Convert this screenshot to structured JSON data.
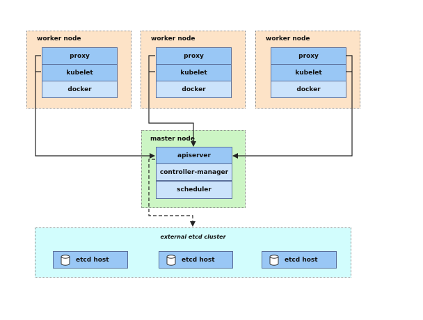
{
  "worker_nodes": [
    {
      "title": "worker node",
      "components": [
        "proxy",
        "kubelet",
        "docker"
      ]
    },
    {
      "title": "worker node",
      "components": [
        "proxy",
        "kubelet",
        "docker"
      ]
    },
    {
      "title": "worker node",
      "components": [
        "proxy",
        "kubelet",
        "docker"
      ]
    }
  ],
  "master_node": {
    "title": "master node",
    "components": [
      "apiserver",
      "controller-manager",
      "scheduler"
    ]
  },
  "etcd_cluster": {
    "title": "external etcd cluster",
    "hosts": [
      "etcd host",
      "etcd host",
      "etcd host"
    ],
    "host_icon": "database-icon"
  },
  "colors": {
    "worker_bg": "#fde3c7",
    "master_bg": "#ccf5c4",
    "etcd_bg": "#d2fdfd",
    "component_dark": "#99c7f5",
    "component_light": "#cbe3fb"
  }
}
